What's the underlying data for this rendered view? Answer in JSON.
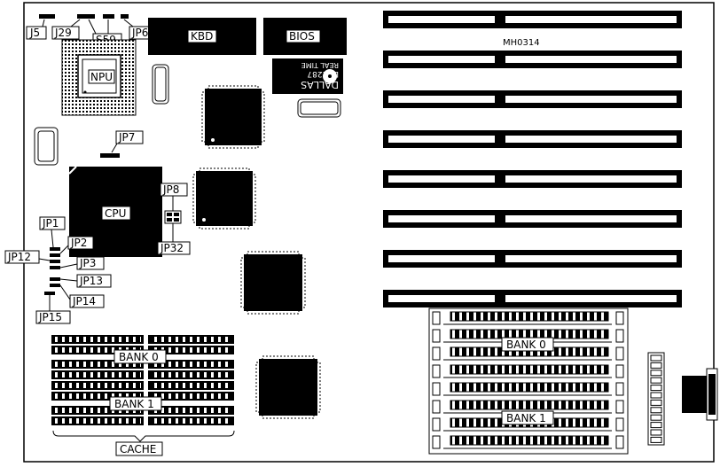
{
  "board": {
    "model": "MH0314",
    "labels": {
      "j5": "J5",
      "j29": "J29",
      "s59": "S59",
      "jp6": "JP6",
      "kbd": "KBD",
      "bios": "BIOS",
      "npu": "NPU",
      "rtc_line1": "DALLAS",
      "rtc_line2": "DS1287",
      "rtc_line3": "REAL TIME",
      "jp7": "JP7",
      "cpu": "CPU",
      "jp8": "JP8",
      "jp32": "JP32",
      "jp1": "JP1",
      "jp2": "JP2",
      "jp12": "JP12",
      "jp3": "JP3",
      "jp13": "JP13",
      "jp14": "JP14",
      "jp15": "JP15",
      "cache_bank0": "BANK 0",
      "cache_bank1": "BANK 1",
      "cache": "CACHE",
      "mem_bank0": "BANK 0",
      "mem_bank1": "BANK 1"
    }
  }
}
